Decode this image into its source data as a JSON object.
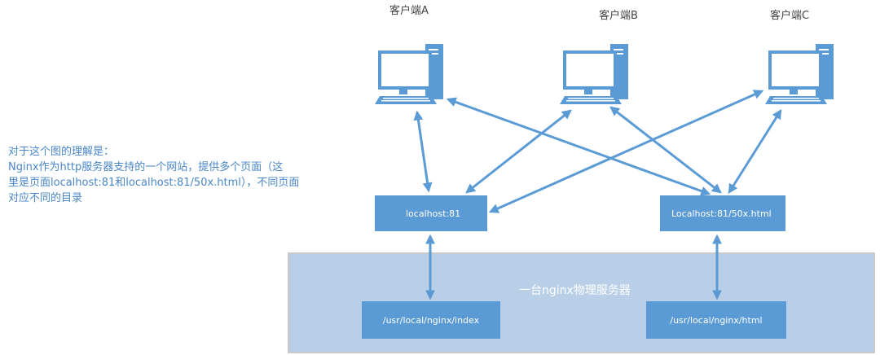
{
  "note": {
    "line1": "对于这个图的理解是：",
    "line2": "Nginx作为http服务器支持的一个网站，提供多个页面（这",
    "line3": "里是页面localhost:81和localhost:81/50x.html），不同页面",
    "line4": "对应不同的目录"
  },
  "clients": {
    "a": "客户端A",
    "b": "客户端B",
    "c": "客户端C"
  },
  "pages": {
    "p1": "localhost:81",
    "p2": "Localhost:81/50x.html"
  },
  "server": {
    "label": "一台nginx物理服务器",
    "dir1": "/usr/local/nginx/index",
    "dir2": "/usr/local/nginx/html"
  },
  "colors": {
    "box": "#5b9bd5",
    "arrow": "#5b9bd5",
    "server_bg": "#b9cfe7",
    "note_text": "#4a86c8"
  }
}
